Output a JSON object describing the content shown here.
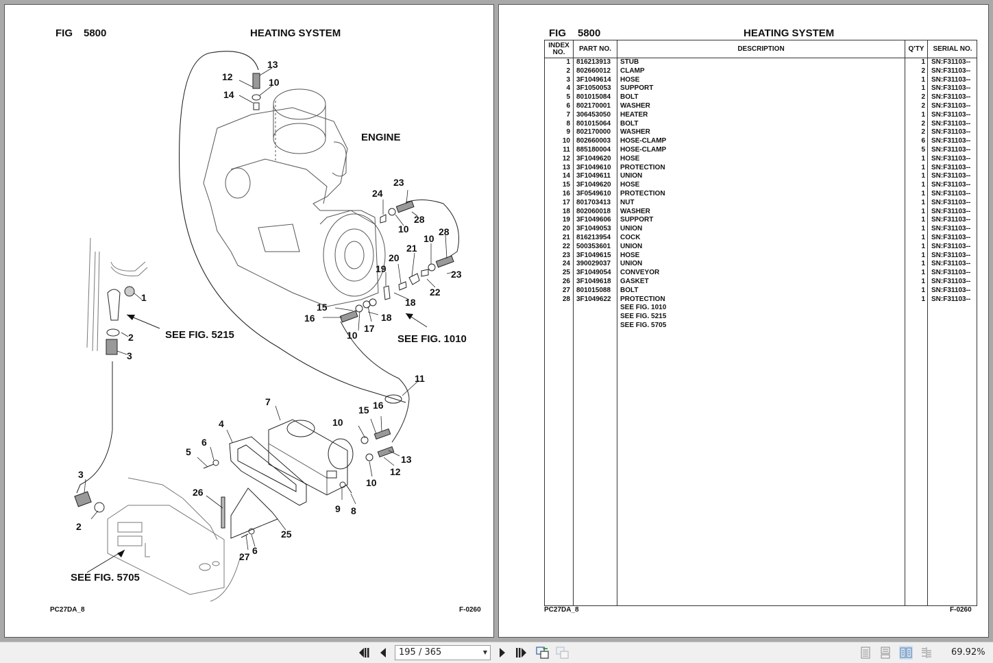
{
  "figure": {
    "fig_label": "FIG",
    "fig_number": "5800",
    "title": "HEATING SYSTEM",
    "footer_left": "PC27DA_8",
    "footer_right": "F-0260"
  },
  "diagram": {
    "engine_label": "ENGINE",
    "references": [
      "SEE FIG. 5215",
      "SEE FIG. 1010",
      "SEE FIG. 5705"
    ],
    "callouts": [
      "13",
      "12",
      "10",
      "14",
      "24",
      "23",
      "28",
      "10",
      "28",
      "10",
      "23",
      "21",
      "20",
      "19",
      "22",
      "18",
      "15",
      "16",
      "18",
      "17",
      "10",
      "1",
      "2",
      "3",
      "11",
      "16",
      "15",
      "10",
      "7",
      "4",
      "6",
      "5",
      "13",
      "12",
      "10",
      "9",
      "8",
      "3",
      "26",
      "25",
      "2",
      "27",
      "6"
    ]
  },
  "table": {
    "headers": {
      "index": "INDEX NO.",
      "part_no": "PART NO.",
      "description": "DESCRIPTION",
      "qty": "Q'TY",
      "serial": "SERIAL NO."
    },
    "rows": [
      {
        "index": "1",
        "part": "816213913",
        "desc": "STUB",
        "qty": "1",
        "sn": "SN:F31103--"
      },
      {
        "index": "2",
        "part": "802660012",
        "desc": "CLAMP",
        "qty": "2",
        "sn": "SN:F31103--"
      },
      {
        "index": "3",
        "part": "3F1049614",
        "desc": "HOSE",
        "qty": "1",
        "sn": "SN:F31103--"
      },
      {
        "index": "4",
        "part": "3F1050053",
        "desc": "SUPPORT",
        "qty": "1",
        "sn": "SN:F31103--"
      },
      {
        "index": "5",
        "part": "801015084",
        "desc": "BOLT",
        "qty": "2",
        "sn": "SN:F31103--"
      },
      {
        "index": "6",
        "part": "802170001",
        "desc": "WASHER",
        "qty": "2",
        "sn": "SN:F31103--"
      },
      {
        "index": "7",
        "part": "306453050",
        "desc": "HEATER",
        "qty": "1",
        "sn": "SN:F31103--"
      },
      {
        "index": "8",
        "part": "801015064",
        "desc": "BOLT",
        "qty": "2",
        "sn": "SN:F31103--"
      },
      {
        "index": "9",
        "part": "802170000",
        "desc": "WASHER",
        "qty": "2",
        "sn": "SN:F31103--"
      },
      {
        "index": "10",
        "part": "802660003",
        "desc": "HOSE-CLAMP",
        "qty": "6",
        "sn": "SN:F31103--"
      },
      {
        "index": "11",
        "part": "885180004",
        "desc": "HOSE-CLAMP",
        "qty": "5",
        "sn": "SN:F31103--"
      },
      {
        "index": "12",
        "part": "3F1049620",
        "desc": "HOSE",
        "qty": "1",
        "sn": "SN:F31103--"
      },
      {
        "index": "13",
        "part": "3F1049610",
        "desc": "PROTECTION",
        "qty": "1",
        "sn": "SN:F31103--"
      },
      {
        "index": "14",
        "part": "3F1049611",
        "desc": "UNION",
        "qty": "1",
        "sn": "SN:F31103--"
      },
      {
        "index": "15",
        "part": "3F1049620",
        "desc": "HOSE",
        "qty": "1",
        "sn": "SN:F31103--"
      },
      {
        "index": "16",
        "part": "3F0549610",
        "desc": "PROTECTION",
        "qty": "1",
        "sn": "SN:F31103--"
      },
      {
        "index": "17",
        "part": "801703413",
        "desc": "NUT",
        "qty": "1",
        "sn": "SN:F31103--"
      },
      {
        "index": "18",
        "part": "802060018",
        "desc": "WASHER",
        "qty": "1",
        "sn": "SN:F31103--"
      },
      {
        "index": "19",
        "part": "3F1049606",
        "desc": "SUPPORT",
        "qty": "1",
        "sn": "SN:F31103--"
      },
      {
        "index": "20",
        "part": "3F1049053",
        "desc": "UNION",
        "qty": "1",
        "sn": "SN:F31103--"
      },
      {
        "index": "21",
        "part": "816213954",
        "desc": "COCK",
        "qty": "1",
        "sn": "SN:F31103--"
      },
      {
        "index": "22",
        "part": "500353601",
        "desc": "UNION",
        "qty": "1",
        "sn": "SN:F31103--"
      },
      {
        "index": "23",
        "part": "3F1049615",
        "desc": "HOSE",
        "qty": "1",
        "sn": "SN:F31103--"
      },
      {
        "index": "24",
        "part": "390029037",
        "desc": "UNION",
        "qty": "1",
        "sn": "SN:F31103--"
      },
      {
        "index": "25",
        "part": "3F1049054",
        "desc": "CONVEYOR",
        "qty": "1",
        "sn": "SN:F31103--"
      },
      {
        "index": "26",
        "part": "3F1049618",
        "desc": "GASKET",
        "qty": "1",
        "sn": "SN:F31103--"
      },
      {
        "index": "27",
        "part": "801015088",
        "desc": "BOLT",
        "qty": "1",
        "sn": "SN:F31103--"
      },
      {
        "index": "28",
        "part": "3F1049622",
        "desc": "PROTECTION",
        "qty": "1",
        "sn": "SN:F31103--"
      },
      {
        "index": "",
        "part": "",
        "desc": "SEE FIG. 1010",
        "qty": "",
        "sn": ""
      },
      {
        "index": "",
        "part": "",
        "desc": "SEE FIG. 5215",
        "qty": "",
        "sn": ""
      },
      {
        "index": "",
        "part": "",
        "desc": "SEE FIG. 5705",
        "qty": "",
        "sn": ""
      }
    ]
  },
  "toolbar": {
    "page_indicator": "195 / 365",
    "zoom": "69.92%",
    "icons": {
      "first": "first-page-icon",
      "prev": "previous-page-icon",
      "next": "next-page-icon",
      "last": "last-page-icon",
      "back": "previous-view-icon",
      "forward": "next-view-icon",
      "single": "single-page-view-icon",
      "continuous": "continuous-view-icon",
      "facing": "facing-pages-view-icon",
      "facing_continuous": "continuous-facing-view-icon"
    }
  }
}
